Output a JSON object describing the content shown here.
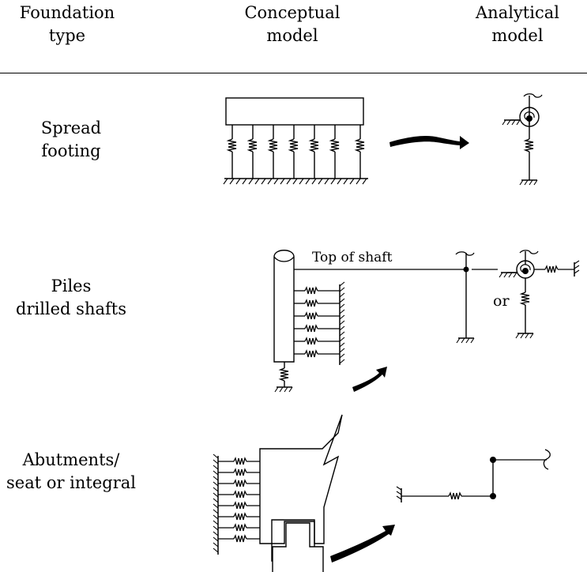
{
  "headers": {
    "foundation_type": [
      "Foundation",
      "type"
    ],
    "conceptual_model": [
      "Conceptual",
      "model"
    ],
    "analytical_model": [
      "Analytical",
      "model"
    ]
  },
  "rows": [
    {
      "label": [
        "Spread",
        "footing"
      ]
    },
    {
      "label": [
        "Piles",
        "drilled shafts"
      ],
      "annotations": {
        "top_of_shaft": "Top of shaft",
        "or": "or"
      }
    },
    {
      "label": [
        "Abutments/",
        "seat or integral"
      ]
    }
  ]
}
